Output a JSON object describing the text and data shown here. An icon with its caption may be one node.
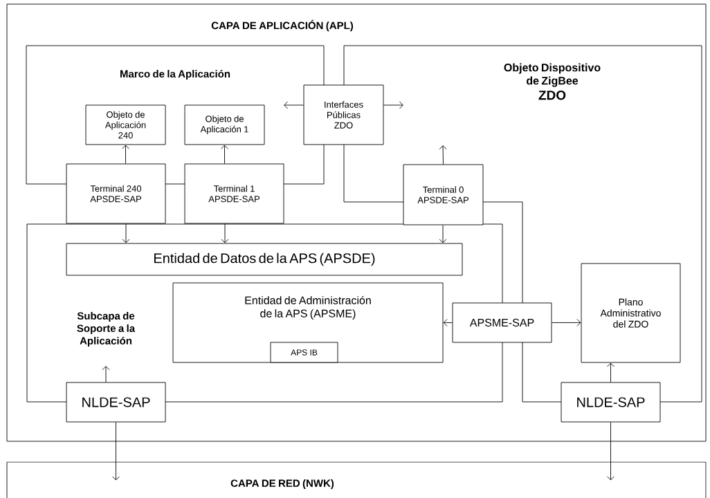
{
  "diagram": {
    "nodes": [
      {
        "text": [
          "CAPA DE APLICACIÓN (APL)"
        ]
      },
      {
        "text": [
          "Marco de la Aplicación"
        ],
        "in": 0
      },
      {
        "text": [
          "Objeto Dispositivo de ZigBee",
          "ZDO"
        ],
        "in": 0
      },
      {
        "text": [
          "Subcapa de Soporte a la Aplicación"
        ],
        "in": 0
      },
      {
        "text": [
          "Objeto de Aplicación 240"
        ],
        "in": 1
      },
      {
        "text": [
          "Objeto de Aplicación 1"
        ],
        "in": 1
      },
      {
        "text": [
          "Interfaces Públicas ZDO"
        ],
        "in": 0
      },
      {
        "text": [
          "Terminal 240 APSDE-SAP"
        ],
        "in": 0
      },
      {
        "text": [
          "Terminal 1 APSDE-SAP"
        ],
        "in": 0
      },
      {
        "text": [
          "Terminal 0 APSDE-SAP"
        ],
        "in": 2
      },
      {
        "text": [
          "Entidad de Datos de la APS (APSDE)"
        ],
        "in": 3
      },
      {
        "text": [
          "Entidad de Administración de la APS (APSME)"
        ],
        "in": 3
      },
      {
        "text": [
          "APS IB"
        ],
        "in": 11
      },
      {
        "text": [
          "APSME-SAP"
        ],
        "in": 0
      },
      {
        "text": [
          "Plano Administrativo del ZDO"
        ],
        "in": 2
      },
      {
        "text": [
          "NLDE-SAP"
        ],
        "in": 0
      },
      {
        "text": [
          "NLDE-SAP"
        ],
        "in": 0
      },
      {
        "text": [
          "CAPA DE RED (NWK)"
        ]
      }
    ],
    "edges": [
      {
        "from": 7,
        "to": 4,
        "arrow": "to"
      },
      {
        "from": 8,
        "to": 5,
        "arrow": "to"
      },
      {
        "from": 6,
        "to": null,
        "arrow": "to"
      },
      {
        "from": 6,
        "to": null,
        "arrow": "to"
      },
      {
        "from": 9,
        "to": null,
        "arrow": "to"
      },
      {
        "from": 7,
        "to": 10,
        "arrow": "to"
      },
      {
        "from": 8,
        "to": 10,
        "arrow": "to"
      },
      {
        "from": 9,
        "to": 10,
        "arrow": "to"
      },
      {
        "from": 13,
        "to": 11,
        "arrow": "to"
      },
      {
        "from": 13,
        "to": 14,
        "arrow": "to"
      },
      {
        "from": 15,
        "to": null,
        "arrow": "to"
      },
      {
        "from": 16,
        "to": 14,
        "arrow": "to"
      },
      {
        "from": 15,
        "to": 17,
        "arrow": "to"
      },
      {
        "from": 16,
        "to": 17,
        "arrow": "to"
      }
    ]
  }
}
